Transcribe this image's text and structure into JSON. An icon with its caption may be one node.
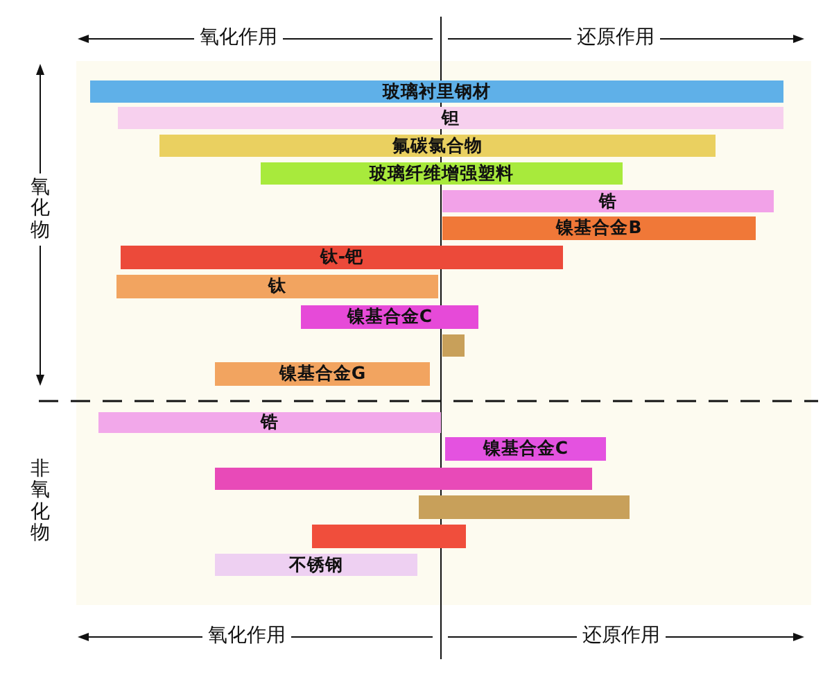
{
  "diagram": {
    "nodes": [
      {
        "text": [
          "玻璃衬里钢材"
        ]
      },
      {
        "text": [
          "钽"
        ]
      },
      {
        "text": [
          "氟碳氯合物"
        ]
      },
      {
        "text": [
          "玻璃纤维增强塑料"
        ]
      },
      {
        "text": [
          "锆"
        ]
      },
      {
        "text": [
          "镍基合金B"
        ]
      },
      {
        "text": [
          "钛-钯"
        ]
      },
      {
        "text": [
          "钛"
        ]
      },
      {
        "text": [
          "镍基合金C"
        ]
      },
      {
        "text": [],
        "shape": "bar"
      },
      {
        "text": [
          "镍基合金G"
        ]
      },
      {
        "text": [
          "锆"
        ]
      },
      {
        "text": [
          "镍基合金C"
        ]
      },
      {
        "text": [],
        "shape": "bar"
      },
      {
        "text": [],
        "shape": "bar"
      },
      {
        "text": [],
        "shape": "bar"
      },
      {
        "text": [
          "不锈钢"
        ]
      }
    ],
    "edges": [],
    "labels": [
      "氧化作用",
      "还原作用",
      "氧化物",
      "非氧化物",
      "氧化作用",
      "还原作用"
    ]
  }
}
